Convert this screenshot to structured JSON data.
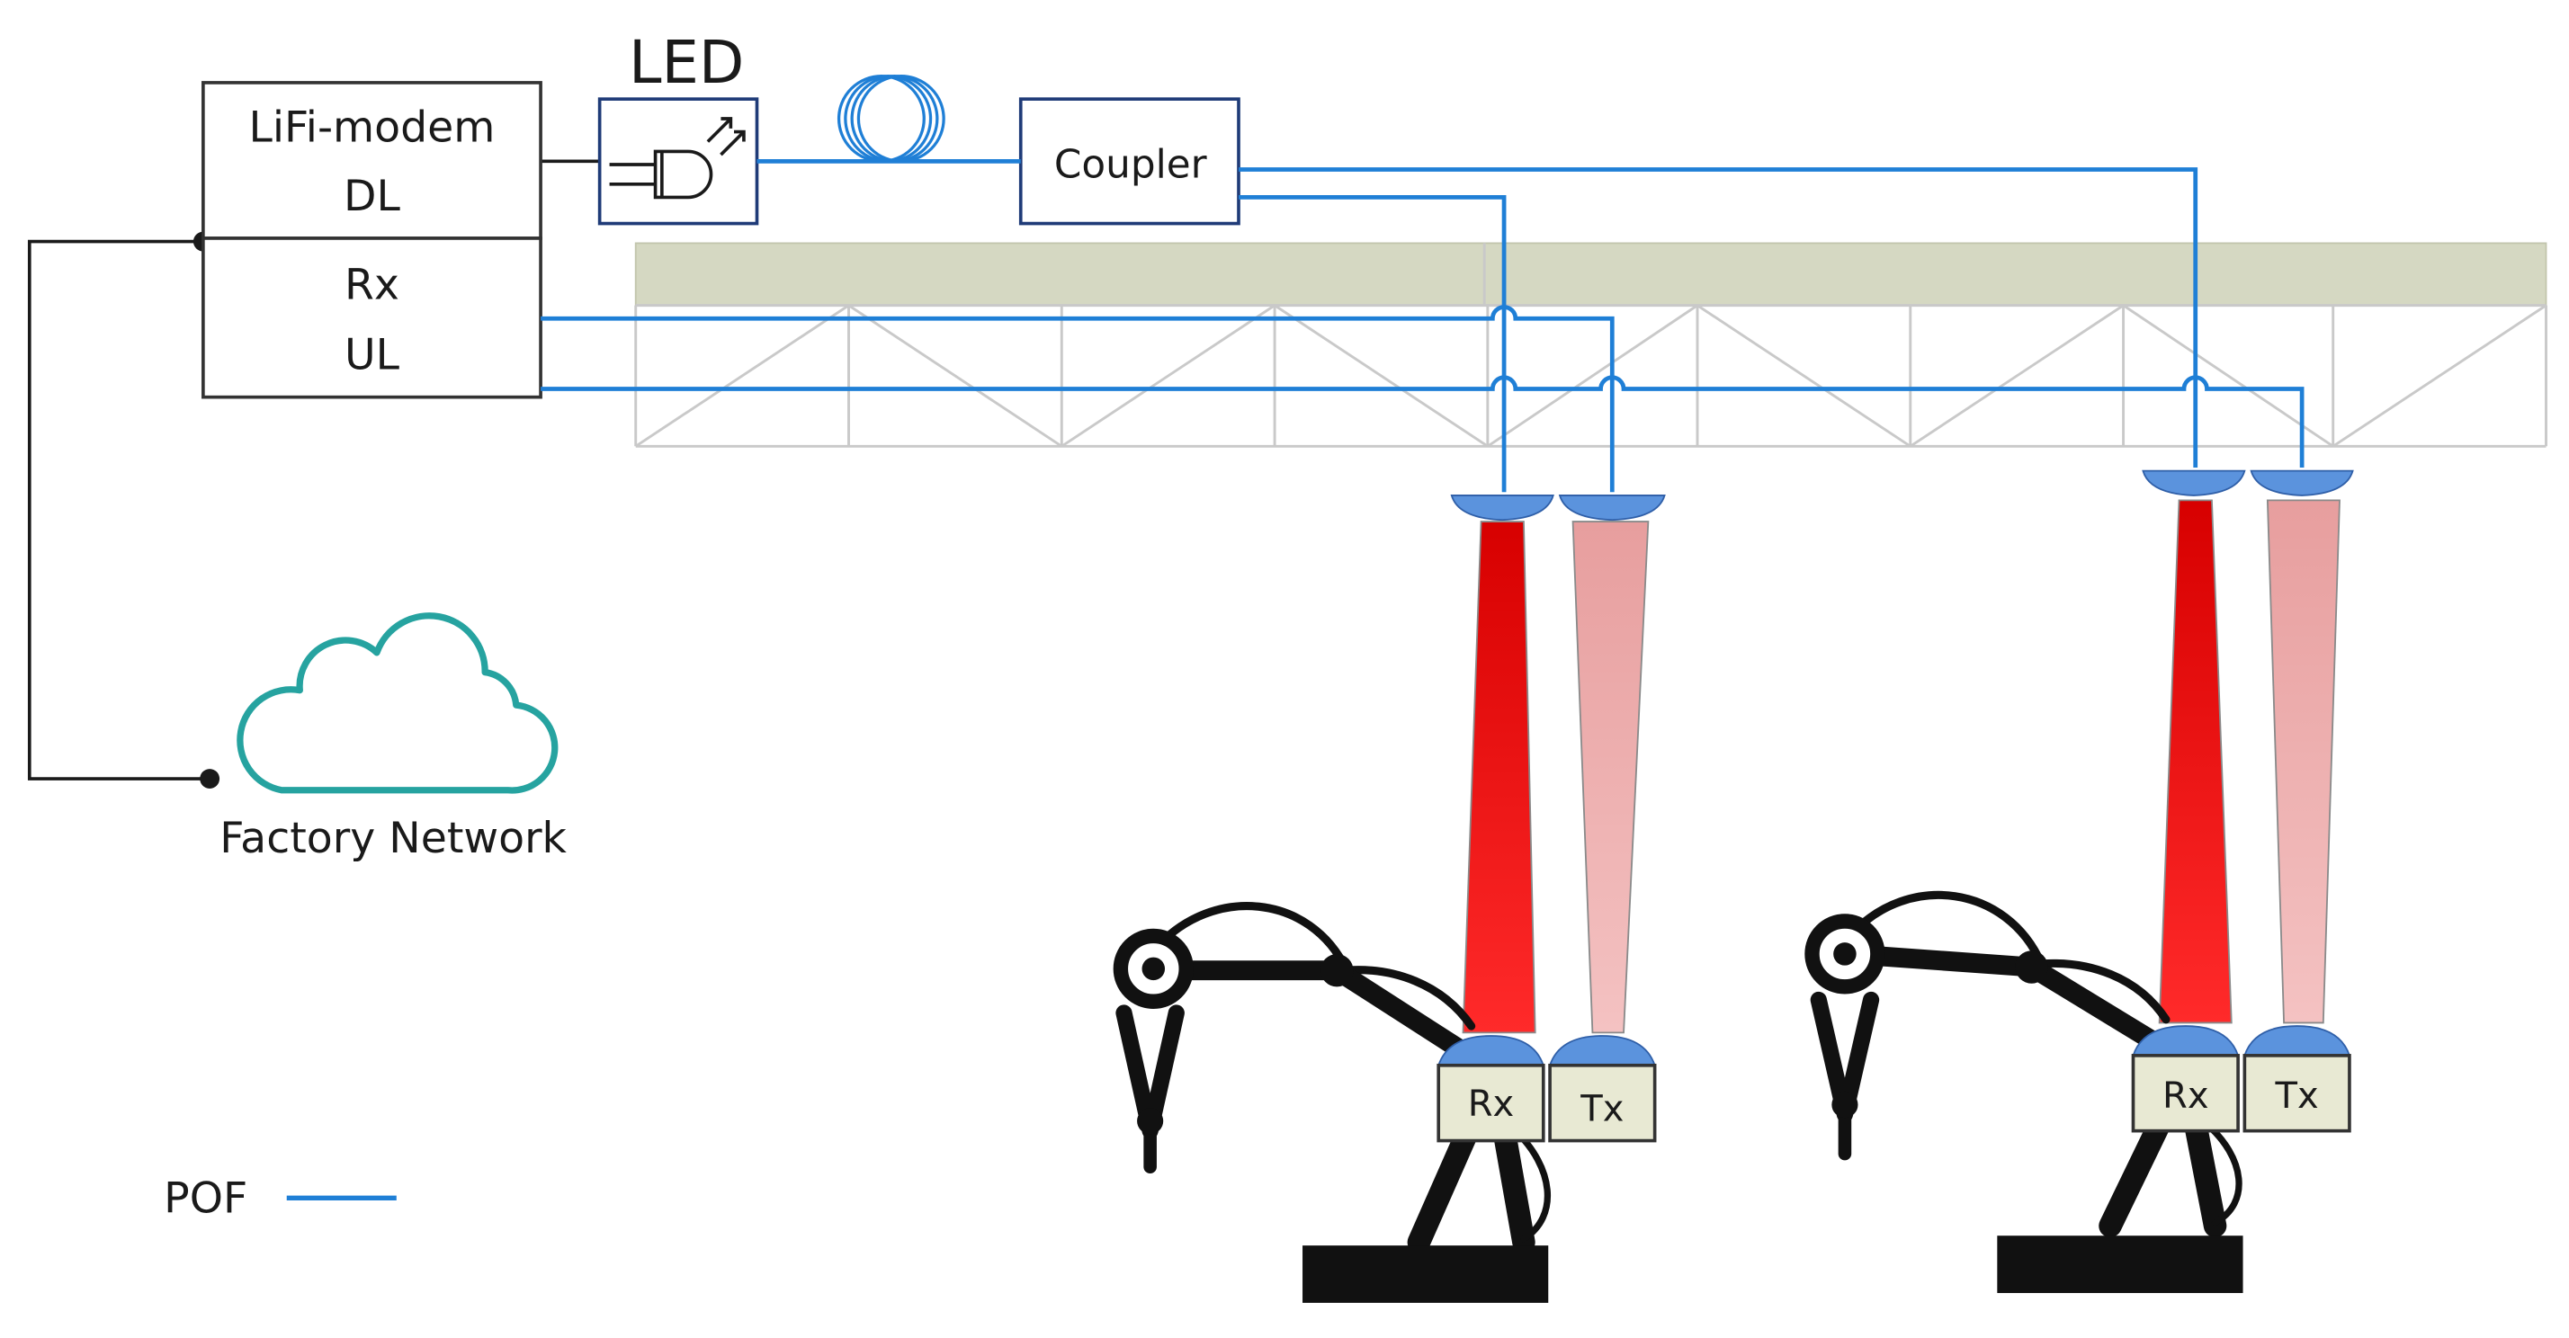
{
  "modem": {
    "top_title": "LiFi-modem",
    "top_sub": "DL",
    "bottom_title": "Rx",
    "bottom_sub": "UL"
  },
  "led": {
    "label": "LED"
  },
  "coupler": {
    "label": "Coupler"
  },
  "network": {
    "label": "Factory Network"
  },
  "robots": [
    {
      "rx_label": "Rx",
      "tx_label": "Tx"
    },
    {
      "rx_label": "Rx",
      "tx_label": "Tx"
    }
  ],
  "legend": {
    "label": "POF",
    "line_color": "#1f7fd6"
  },
  "colors": {
    "fiber": "#1f7fd6",
    "truss_band": "#d5d8c2",
    "box_fill": "#e8e9d3",
    "lens": "#5b93dd",
    "cloud": "#26a3a0",
    "beam_strong": "#ff0000",
    "beam_soft": "#e7aaaa"
  }
}
